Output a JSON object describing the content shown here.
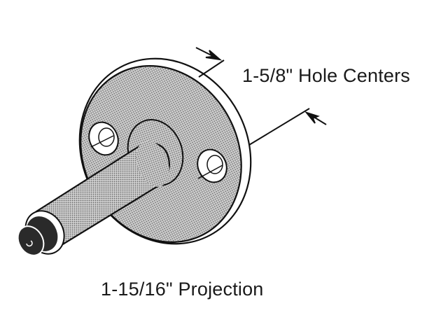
{
  "diagram": {
    "subject": "door stop / roller pin with round mounting plate",
    "dimensions": {
      "hole_centers": "1-5/8\" Hole Centers",
      "projection": "1-15/16\" Projection"
    },
    "colors": {
      "background": "#ffffff",
      "line": "#111111",
      "shade": "#9a9a9a",
      "tip": "#2a2a2a"
    }
  }
}
